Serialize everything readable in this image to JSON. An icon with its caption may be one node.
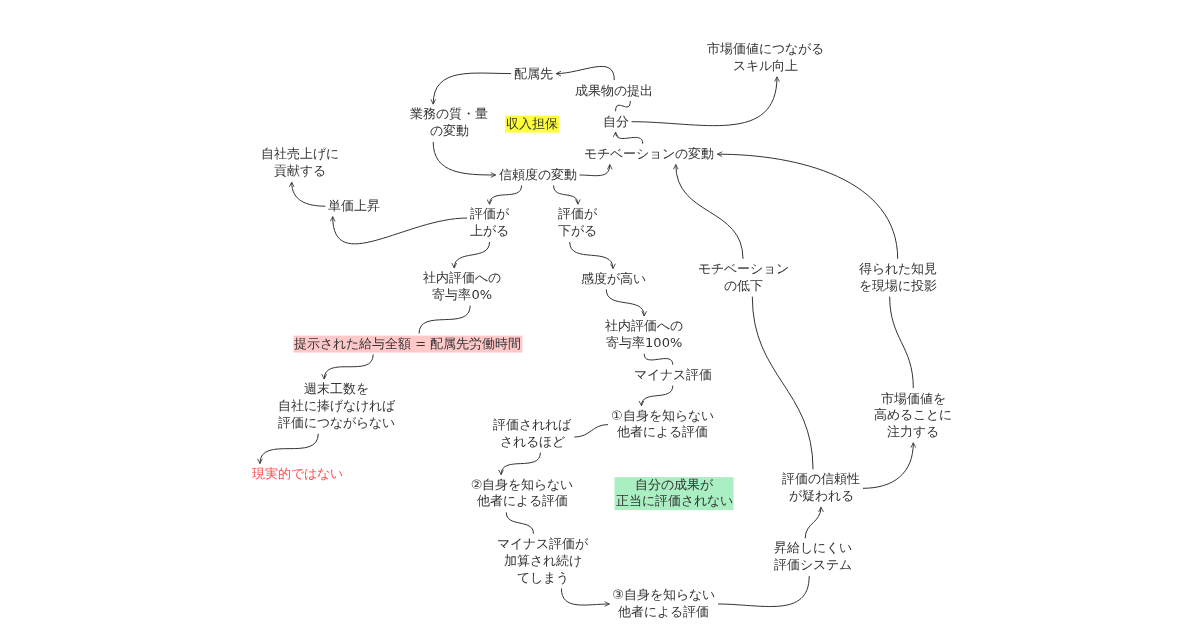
{
  "diagram": {
    "nodes": [
      {
        "text": [
          "配属先"
        ]
      },
      {
        "text": [
          "成果物の提出"
        ]
      },
      {
        "text": [
          "業務の質・量の変動"
        ]
      },
      {
        "text": [
          "自分"
        ]
      },
      {
        "text": [
          "市場価値につながるスキル向上"
        ]
      },
      {
        "text": [
          "モチベーションの変動"
        ]
      },
      {
        "text": [
          "信頼度の変動"
        ]
      },
      {
        "text": [
          "自社売上げに貢献する"
        ]
      },
      {
        "text": [
          "単価上昇"
        ]
      },
      {
        "text": [
          "評価が上がる"
        ]
      },
      {
        "text": [
          "評価が下がる"
        ]
      },
      {
        "text": [
          "社内評価への寄与率0%"
        ]
      },
      {
        "text": [
          "感度が高い"
        ]
      },
      {
        "text": [
          "モチベーションの低下"
        ]
      },
      {
        "text": [
          "得られた知見を現場に投影"
        ]
      },
      {
        "text": [
          "社内評価への寄与率100%"
        ]
      },
      {
        "text": [
          "提示された給与全額 = 配属先労働時間"
        ]
      },
      {
        "text": [
          "マイナス評価"
        ]
      },
      {
        "text": [
          "週末工数を自社に捧げなければ評価につながらない"
        ]
      },
      {
        "text": [
          "①自身を知らない他者による評価"
        ]
      },
      {
        "text": [
          "評価されればされるほど"
        ]
      },
      {
        "text": [
          "市場価値を高めることに注力する"
        ]
      },
      {
        "text": [
          "現実的ではない"
        ]
      },
      {
        "text": [
          "②自身を知らない他者による評価"
        ]
      },
      {
        "text": [
          "評価の信頼性が疑われる"
        ]
      },
      {
        "text": [
          "マイナス評価が加算され続けてしまう"
        ]
      },
      {
        "text": [
          "昇給しにくい評価システム"
        ]
      },
      {
        "text": [
          "③自身を知らない他者による評価"
        ]
      }
    ],
    "edges": [
      {
        "from": 1,
        "to": 0,
        "arrow": "to"
      },
      {
        "from": 0,
        "to": 2,
        "arrow": "to"
      },
      {
        "from": 2,
        "to": 6,
        "arrow": "to"
      },
      {
        "from": 6,
        "to": 5,
        "arrow": "to"
      },
      {
        "from": 5,
        "to": 3,
        "arrow": "to"
      },
      {
        "from": 3,
        "to": 1,
        "arrow": "none"
      },
      {
        "from": 3,
        "to": 4,
        "arrow": "to"
      },
      {
        "from": 6,
        "to": 9,
        "arrow": "to"
      },
      {
        "from": 6,
        "to": 10,
        "arrow": "to"
      },
      {
        "from": 9,
        "to": 8,
        "arrow": "to"
      },
      {
        "from": 8,
        "to": 7,
        "arrow": "to"
      },
      {
        "from": 9,
        "to": 11,
        "arrow": "to"
      },
      {
        "from": 11,
        "to": 16,
        "arrow": "none"
      },
      {
        "from": 16,
        "to": 18,
        "arrow": "to"
      },
      {
        "from": 18,
        "to": 22,
        "arrow": "to"
      },
      {
        "from": 10,
        "to": 12,
        "arrow": "to"
      },
      {
        "from": 12,
        "to": 15,
        "arrow": "to"
      },
      {
        "from": 15,
        "to": 17,
        "arrow": "none"
      },
      {
        "from": 17,
        "to": 19,
        "arrow": "to"
      },
      {
        "from": 19,
        "to": 20,
        "arrow": "none"
      },
      {
        "from": 20,
        "to": 23,
        "arrow": "to"
      },
      {
        "from": 23,
        "to": 25,
        "arrow": "none"
      },
      {
        "from": 25,
        "to": 27,
        "arrow": "to"
      },
      {
        "from": 27,
        "to": 26,
        "arrow": "none"
      },
      {
        "from": 26,
        "to": 24,
        "arrow": "to"
      },
      {
        "from": 24,
        "to": 21,
        "arrow": "to"
      },
      {
        "from": 21,
        "to": 14,
        "arrow": "none"
      },
      {
        "from": 14,
        "to": 5,
        "arrow": "to"
      },
      {
        "from": 24,
        "to": 13,
        "arrow": "none"
      },
      {
        "from": 13,
        "to": 5,
        "arrow": "to"
      }
    ],
    "labels": [
      "収入担保",
      "自分の成果が正当に評価されない"
    ]
  }
}
